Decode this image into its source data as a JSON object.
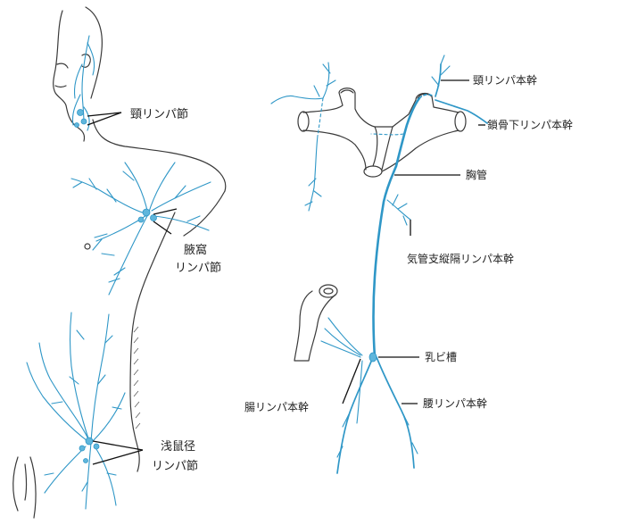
{
  "labels": {
    "cervical_nodes": "頸リンパ節",
    "axillary_nodes_line1": "腋窩",
    "axillary_nodes_line2": "リンパ節",
    "inguinal_nodes_line1": "浅鼠径",
    "inguinal_nodes_line2": "リンパ節",
    "jugular_trunk": "頸リンパ本幹",
    "subclavian_trunk": "鎖骨下リンパ本幹",
    "thoracic_duct": "胸管",
    "bronchomediastinal_trunk": "気管支縦隔リンパ本幹",
    "cisterna_chyli": "乳ビ槽",
    "intestinal_trunk": "腸リンパ本幹",
    "lumbar_trunk": "腰リンパ本幹"
  },
  "colors": {
    "lymph": "#2f97c7",
    "outline": "#3a3a3a",
    "text": "#222222"
  }
}
